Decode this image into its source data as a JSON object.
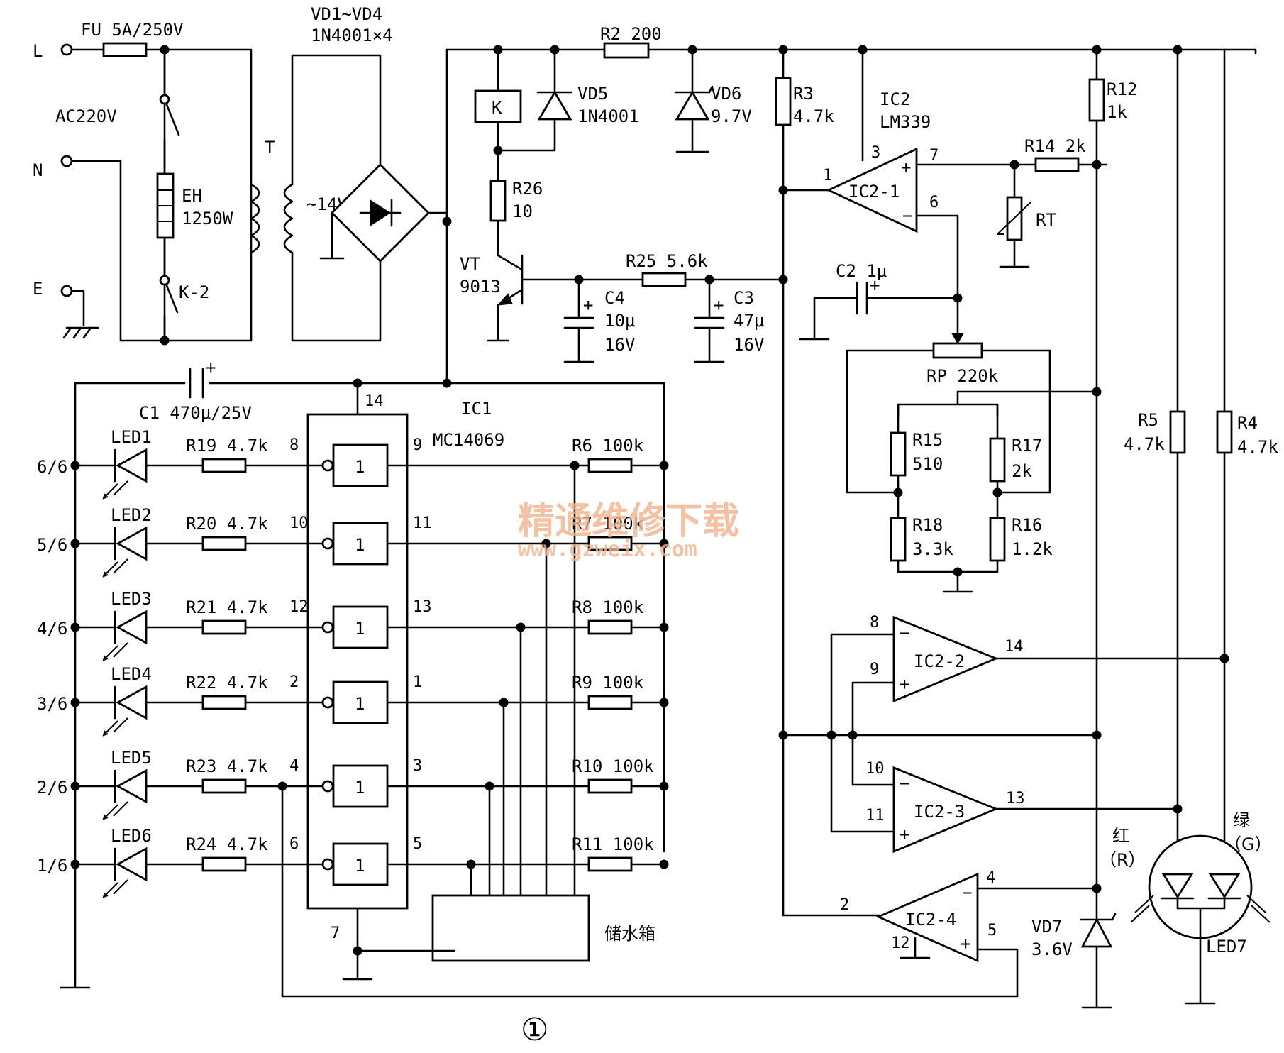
{
  "terminals": {
    "l": "L",
    "n": "N",
    "e": "E",
    "ac": "AC220V"
  },
  "fuse": {
    "label": "FU 5A/250V"
  },
  "heater": {
    "ref": "EH",
    "power": "1250W"
  },
  "relay_contact": {
    "label": "K-2"
  },
  "transformer": {
    "ref": "T",
    "secondary": "~14V"
  },
  "bridge": {
    "ref": "VD1~VD4",
    "part": "1N4001×4"
  },
  "r2": "R2 200",
  "relay": {
    "coil": "K"
  },
  "vd5": {
    "ref": "VD5",
    "part": "1N4001"
  },
  "vd6": {
    "ref": "VD6",
    "val": "9.7V"
  },
  "r3": {
    "ref": "R3",
    "val": "4.7k"
  },
  "ic2": {
    "ref": "IC2",
    "part": "LM339",
    "u1": "IC2-1",
    "u2": "IC2-2",
    "u3": "IC2-3",
    "u4": "IC2-4"
  },
  "r12": {
    "ref": "R12",
    "val": "1k"
  },
  "r14": "R14 2k",
  "rt": "RT",
  "r26": {
    "ref": "R26",
    "val": "10"
  },
  "vt": {
    "ref": "VT",
    "part": "9013"
  },
  "r25": "R25 5.6k",
  "c4": {
    "ref": "C4",
    "cap": "10μ",
    "volt": "16V"
  },
  "c3": {
    "ref": "C3",
    "cap": "47μ",
    "volt": "16V"
  },
  "c2": "C2 1μ",
  "rp": "RP 220k",
  "r15": {
    "ref": "R15",
    "val": "510"
  },
  "r17": {
    "ref": "R17",
    "val": "2k"
  },
  "r18": {
    "ref": "R18",
    "val": "3.3k"
  },
  "r16": {
    "ref": "R16",
    "val": "1.2k"
  },
  "r5": {
    "ref": "R5",
    "val": "4.7k"
  },
  "r4": {
    "ref": "R4",
    "val": "4.7k"
  },
  "c1": "C1 470μ/25V",
  "ic1": {
    "ref": "IC1",
    "part": "MC14069",
    "gate": "1"
  },
  "levels": [
    {
      "mark": "6/6",
      "led": "LED1",
      "r_in": "R19 4.7k",
      "pin_in": "8",
      "pin_out": "9",
      "r_out": "R6 100k"
    },
    {
      "mark": "5/6",
      "led": "LED2",
      "r_in": "R20 4.7k",
      "pin_in": "10",
      "pin_out": "11",
      "r_out": "R7 100k"
    },
    {
      "mark": "4/6",
      "led": "LED3",
      "r_in": "R21 4.7k",
      "pin_in": "12",
      "pin_out": "13",
      "r_out": "R8 100k"
    },
    {
      "mark": "3/6",
      "led": "LED4",
      "r_in": "R22 4.7k",
      "pin_in": "2",
      "pin_out": "1",
      "r_out": "R9 100k"
    },
    {
      "mark": "2/6",
      "led": "LED5",
      "r_in": "R23 4.7k",
      "pin_in": "4",
      "pin_out": "3",
      "r_out": "R10 100k"
    },
    {
      "mark": "1/6",
      "led": "LED6",
      "r_in": "R24 4.7k",
      "pin_in": "6",
      "pin_out": "5",
      "r_out": "R11 100k"
    }
  ],
  "pins": {
    "ic1_vdd": "14",
    "ic1_vss": "7",
    "ic2_1": [
      "1",
      "3",
      "7",
      "6"
    ],
    "ic2_2": [
      "8",
      "9",
      "14"
    ],
    "ic2_3": [
      "10",
      "11",
      "13"
    ],
    "ic2_4": [
      "2",
      "4",
      "5",
      "12"
    ]
  },
  "tank": "储水箱",
  "vd7": {
    "ref": "VD7",
    "val": "3.6V"
  },
  "led7": {
    "ref": "LED7",
    "red": "红",
    "red_code": "（R）",
    "green": "绿",
    "green_code": "（G）"
  },
  "watermark": {
    "cn": "精通维修下载",
    "url": "www.gzweix.com"
  },
  "figure_number": "①"
}
